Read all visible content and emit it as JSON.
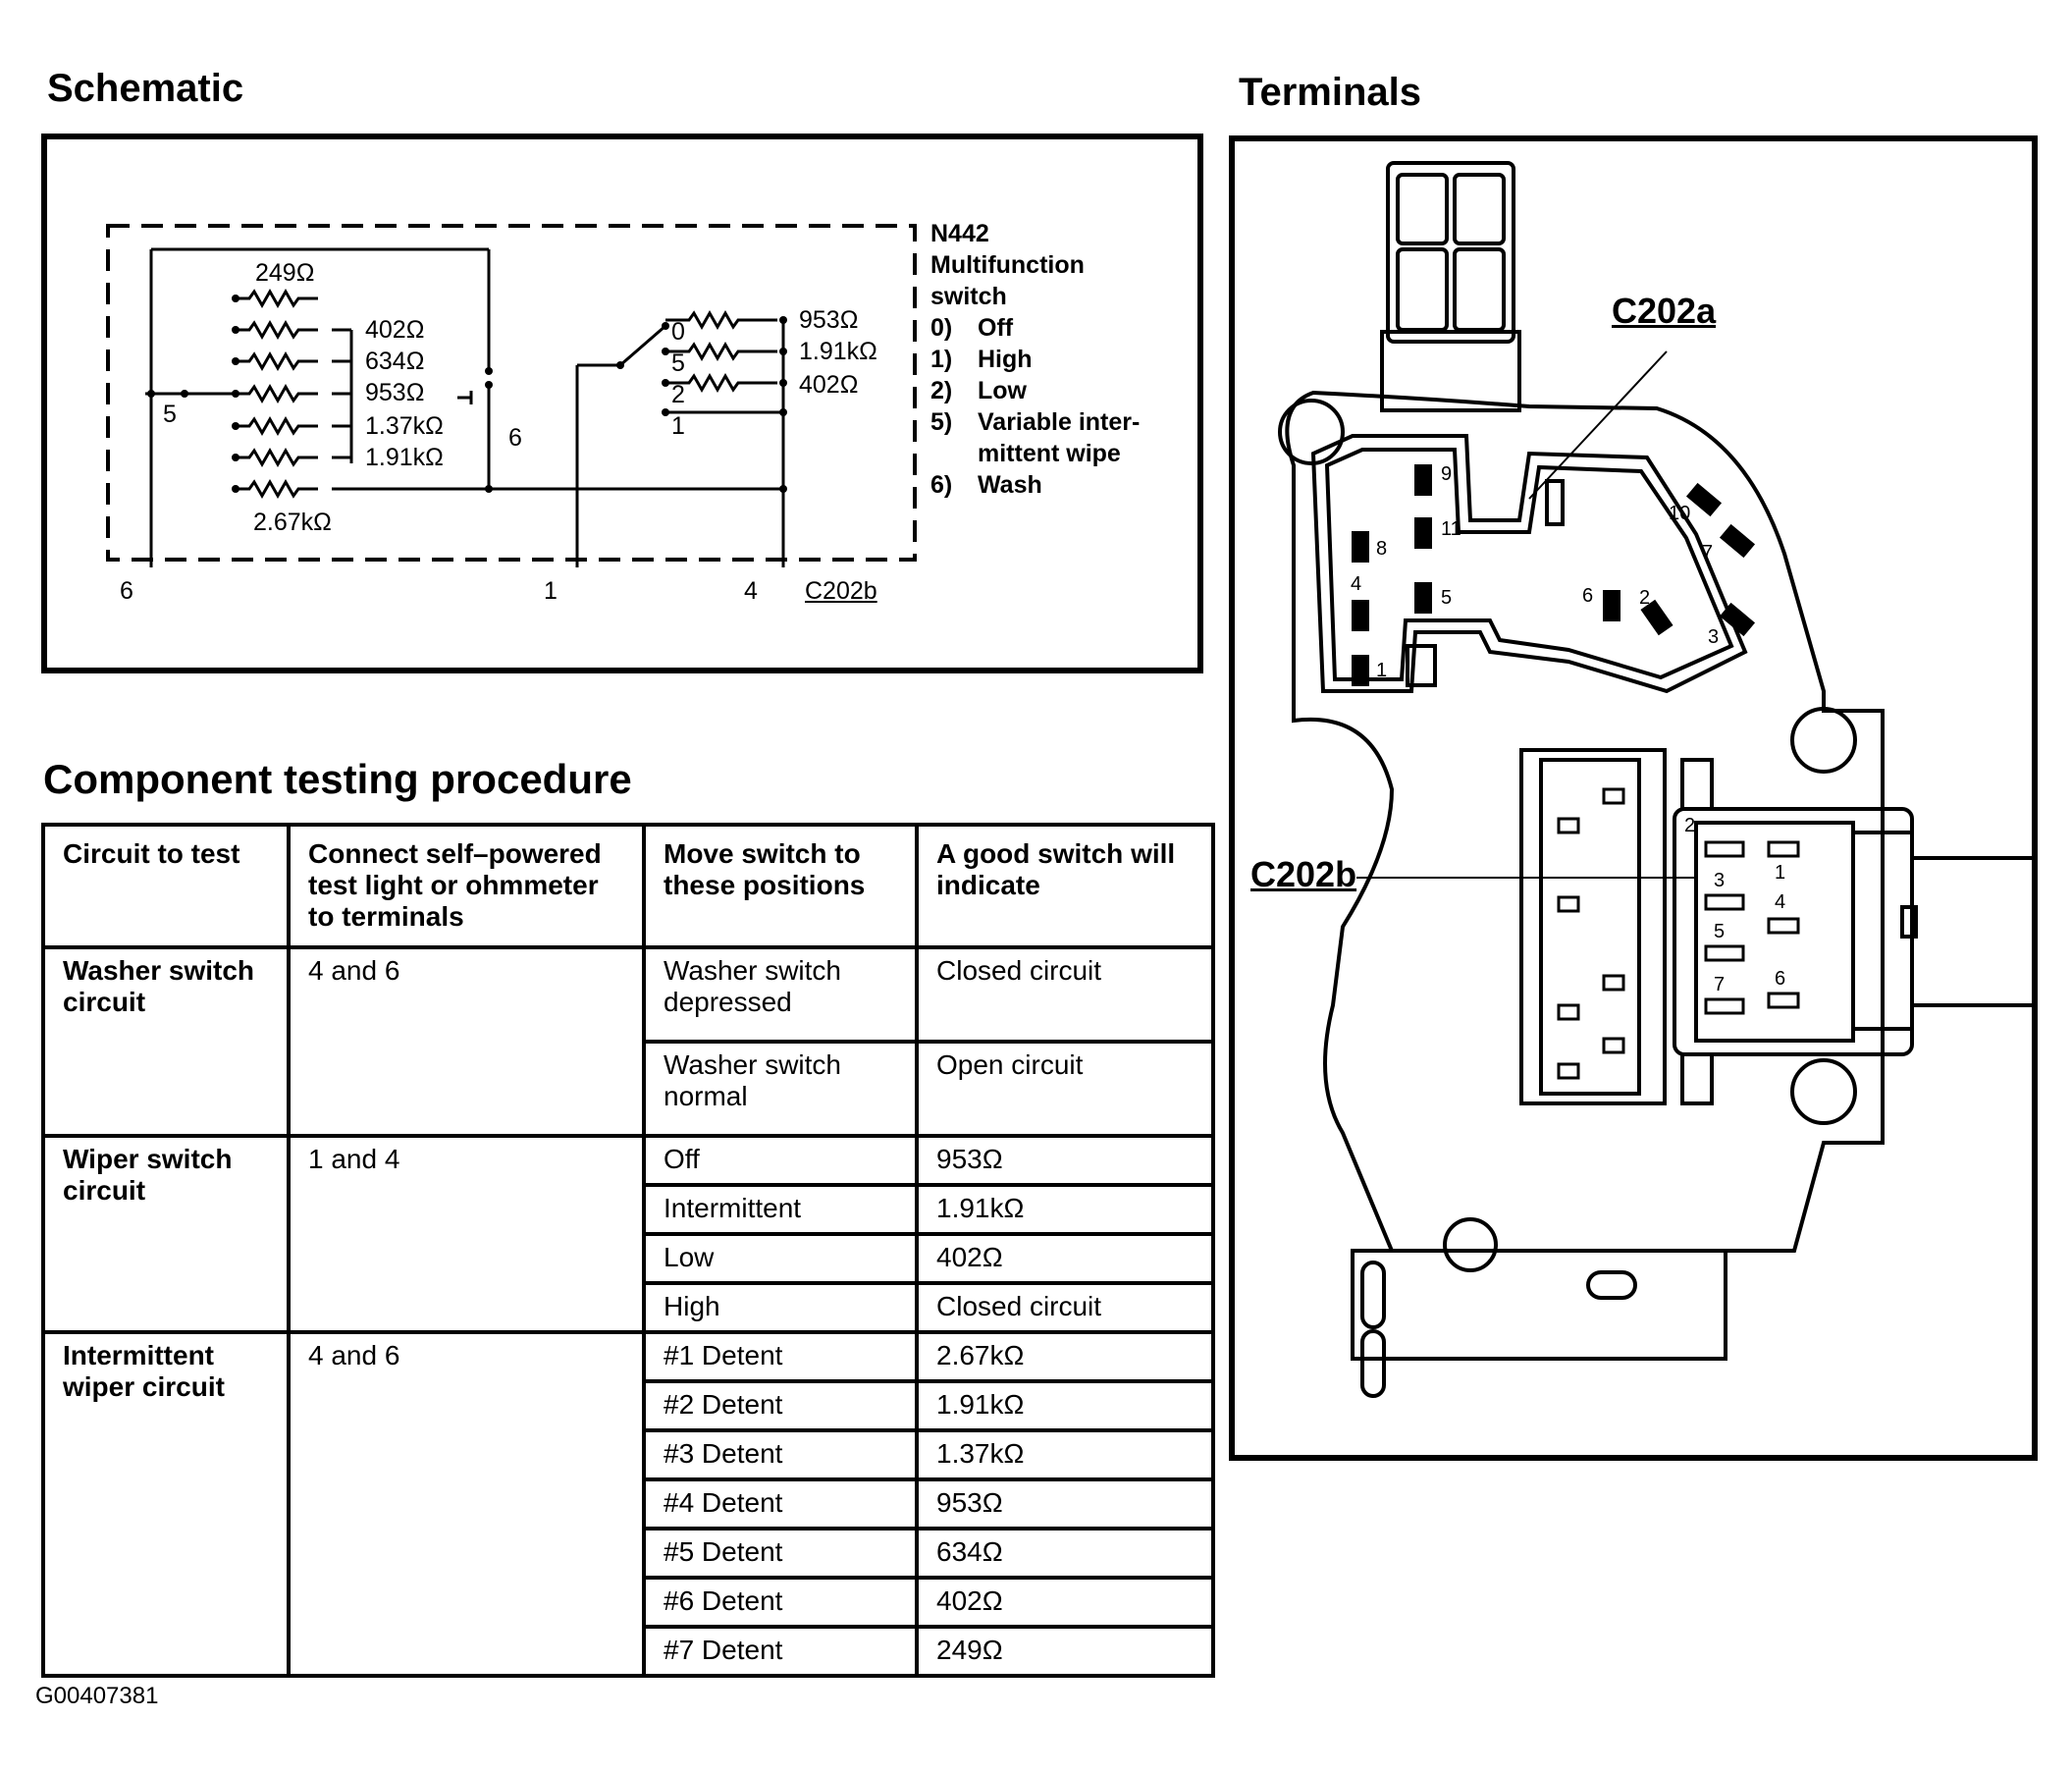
{
  "schematic": {
    "heading": "Schematic",
    "resistors_left": [
      "249Ω",
      "402Ω",
      "634Ω",
      "953Ω",
      "1.37kΩ",
      "1.91kΩ",
      "2.67kΩ"
    ],
    "resistors_right": [
      "953Ω",
      "1.91kΩ",
      "402Ω"
    ],
    "contact_labels": [
      "0",
      "5",
      "2",
      "1"
    ],
    "node_5": "5",
    "node_6": "6",
    "bottom_terminals": [
      "6",
      "1",
      "4"
    ],
    "connector": "C202b",
    "legend": {
      "id": "N442",
      "name_line1": "Multifunction",
      "name_line2": "switch",
      "positions": [
        {
          "num": "0)",
          "text": "Off"
        },
        {
          "num": "1)",
          "text": "High"
        },
        {
          "num": "2)",
          "text": "Low"
        },
        {
          "num": "5)",
          "text": "Variable inter-"
        },
        {
          "num": "",
          "text": "mittent wipe"
        },
        {
          "num": "6)",
          "text": "Wash"
        }
      ]
    }
  },
  "terminals": {
    "heading": "Terminals",
    "connector_a": "C202a",
    "connector_b": "C202b",
    "pins_a": [
      "9",
      "11",
      "8",
      "4",
      "5",
      "1",
      "6",
      "2",
      "10",
      "7",
      "3"
    ],
    "pins_b": [
      "2",
      "1",
      "3",
      "4",
      "5",
      "7",
      "6"
    ]
  },
  "procedure": {
    "heading": "Component testing procedure",
    "headers": [
      "Circuit to test",
      "Connect self–powered test light or ohmmeter to terminals",
      "Move switch to these positions",
      "A good switch will indicate"
    ],
    "groups": [
      {
        "circuit": "Washer switch circuit",
        "terminals": "4 and 6",
        "rows": [
          {
            "position": "Washer switch depressed",
            "indicate": "Closed circuit"
          },
          {
            "position": "Washer switch normal",
            "indicate": "Open circuit"
          }
        ]
      },
      {
        "circuit": "Wiper switch circuit",
        "terminals": "1 and 4",
        "rows": [
          {
            "position": "Off",
            "indicate": "953Ω"
          },
          {
            "position": "Intermittent",
            "indicate": "1.91kΩ"
          },
          {
            "position": "Low",
            "indicate": "402Ω"
          },
          {
            "position": "High",
            "indicate": "Closed circuit"
          }
        ]
      },
      {
        "circuit": "Intermittent wiper circuit",
        "terminals": "4 and 6",
        "rows": [
          {
            "position": "#1 Detent",
            "indicate": "2.67kΩ"
          },
          {
            "position": "#2 Detent",
            "indicate": "1.91kΩ"
          },
          {
            "position": "#3 Detent",
            "indicate": "1.37kΩ"
          },
          {
            "position": "#4 Detent",
            "indicate": "953Ω"
          },
          {
            "position": "#5 Detent",
            "indicate": "634Ω"
          },
          {
            "position": "#6 Detent",
            "indicate": "402Ω"
          },
          {
            "position": "#7 Detent",
            "indicate": "249Ω"
          }
        ]
      }
    ]
  },
  "figure_id": "G00407381"
}
